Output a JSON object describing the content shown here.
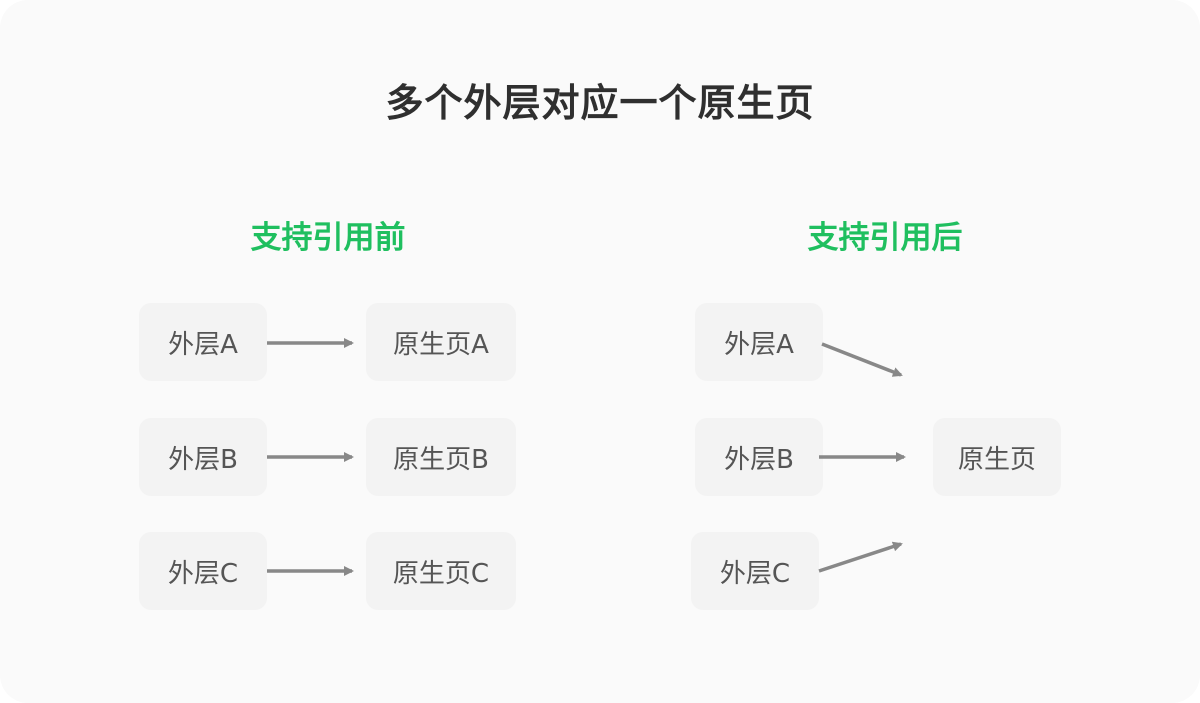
{
  "title": "多个外层对应一个原生页",
  "colors": {
    "accent_green": "#1fbf5f",
    "box_bg": "#f3f3f3",
    "arrow": "#888888"
  },
  "before": {
    "heading": "支持引用前",
    "outer": [
      "外层A",
      "外层B",
      "外层C"
    ],
    "native": [
      "原生页A",
      "原生页B",
      "原生页C"
    ]
  },
  "after": {
    "heading": "支持引用后",
    "outer": [
      "外层A",
      "外层B",
      "外层C"
    ],
    "native": "原生页"
  }
}
